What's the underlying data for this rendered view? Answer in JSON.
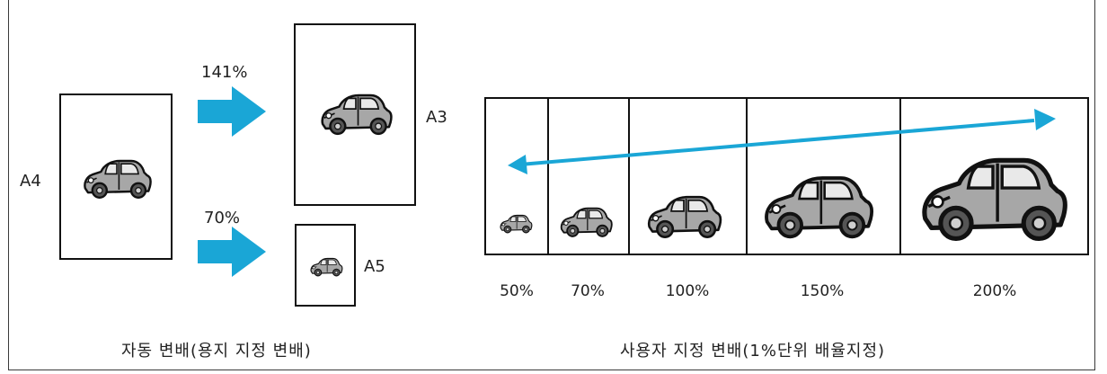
{
  "left": {
    "source_label": "A4",
    "enlarge": {
      "percent": "141%",
      "target_label": "A3"
    },
    "reduce": {
      "percent": "70%",
      "target_label": "A5"
    },
    "caption": "자동 변배(용지 지정 변배)"
  },
  "right": {
    "scales": [
      "50%",
      "70%",
      "100%",
      "150%",
      "200%"
    ],
    "caption": "사용자 지정 변배(1%단위 배율지정)"
  },
  "colors": {
    "arrow": "#1aa6d6",
    "car_body": "#a7a7a7",
    "outline": "#111111"
  }
}
